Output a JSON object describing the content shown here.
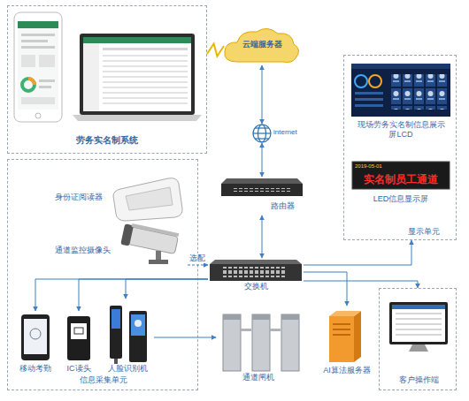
{
  "diagram": {
    "nodes": [
      {
        "text": [
          "劳务实名制系统"
        ]
      },
      {
        "text": [
          "云端服务器"
        ]
      },
      {
        "text": [
          "internet"
        ]
      },
      {
        "text": [
          "路由器"
        ]
      },
      {
        "text": [
          "显示单元"
        ]
      },
      {
        "text": [
          "现场劳务实名制信息展示屏LCD"
        ],
        "in": 4
      },
      {
        "text": [
          "LED信息显示屏"
        ],
        "in": 4
      },
      {
        "text": [
          "信息采集单元"
        ]
      },
      {
        "text": [
          "身份证阅读器"
        ],
        "in": 7
      },
      {
        "text": [
          "通道监控摄像头"
        ],
        "in": 7
      },
      {
        "text": [
          "移动考勤"
        ],
        "in": 7
      },
      {
        "text": [
          "IC读头"
        ],
        "in": 7
      },
      {
        "text": [
          "人脸识别机"
        ],
        "in": 7
      },
      {
        "text": [
          "交换机"
        ]
      },
      {
        "text": [
          "通道闸机"
        ]
      },
      {
        "text": [
          "AI算法服务器"
        ]
      },
      {
        "text": [
          "客户操作端"
        ]
      }
    ],
    "edges": [
      {
        "from": 0,
        "to": 1,
        "arrow": "none"
      },
      {
        "from": 1,
        "to": 2,
        "arrow": "both"
      },
      {
        "from": 2,
        "to": 3,
        "arrow": "both"
      },
      {
        "from": 3,
        "to": 13,
        "arrow": "both"
      },
      {
        "from": 13,
        "to": 4,
        "arrow": "to"
      },
      {
        "from": 9,
        "to": 13,
        "label": "选配",
        "arrow": "to"
      },
      {
        "from": 13,
        "to": 10,
        "arrow": "to"
      },
      {
        "from": 13,
        "to": 11,
        "arrow": "to"
      },
      {
        "from": 13,
        "to": 12,
        "arrow": "to"
      },
      {
        "from": 12,
        "to": 14,
        "arrow": "to"
      },
      {
        "from": 13,
        "to": 15,
        "arrow": "to"
      },
      {
        "from": 13,
        "to": 16,
        "arrow": "to"
      }
    ],
    "labels": [
      "2019-05-01",
      "实名制员工通道"
    ]
  }
}
